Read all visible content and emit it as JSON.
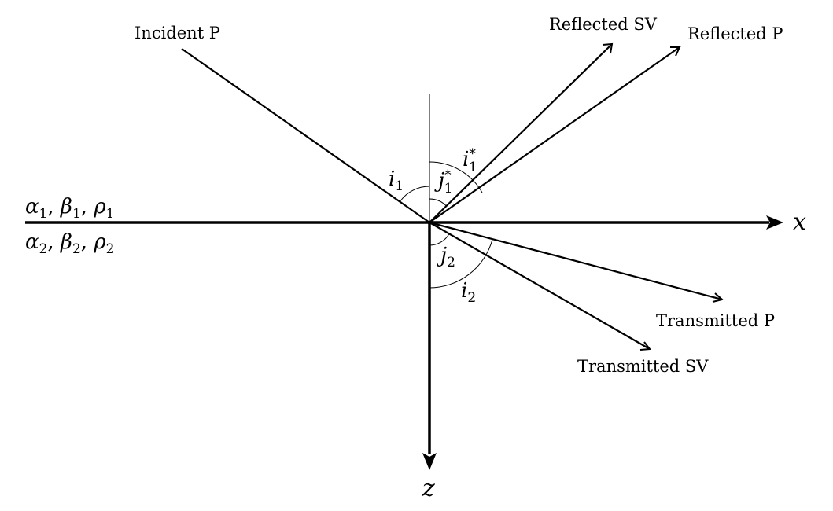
{
  "labels": {
    "incident_p": "Incident P",
    "reflected_sv": "Reflected SV",
    "reflected_p": "Reflected P",
    "transmitted_p": "Transmitted P",
    "transmitted_sv": "Transmitted SV"
  },
  "axes": {
    "x": "x",
    "z": "z"
  },
  "media": {
    "upper": {
      "alpha": {
        "sym": "α",
        "sub": "1"
      },
      "beta": {
        "sym": "β",
        "sub": "1"
      },
      "rho": {
        "sym": "ρ",
        "sub": "1"
      }
    },
    "lower": {
      "alpha": {
        "sym": "α",
        "sub": "2"
      },
      "beta": {
        "sym": "β",
        "sub": "2"
      },
      "rho": {
        "sym": "ρ",
        "sub": "2"
      }
    }
  },
  "angles": {
    "i1": {
      "sym": "i",
      "sub": "1",
      "sup": ""
    },
    "i1_star": {
      "sym": "i",
      "sub": "1",
      "sup": "*"
    },
    "j1_star": {
      "sym": "j",
      "sub": "1",
      "sup": "*"
    },
    "j2": {
      "sym": "j",
      "sub": "2",
      "sup": ""
    },
    "i2": {
      "sym": "i",
      "sub": "2",
      "sup": ""
    }
  }
}
